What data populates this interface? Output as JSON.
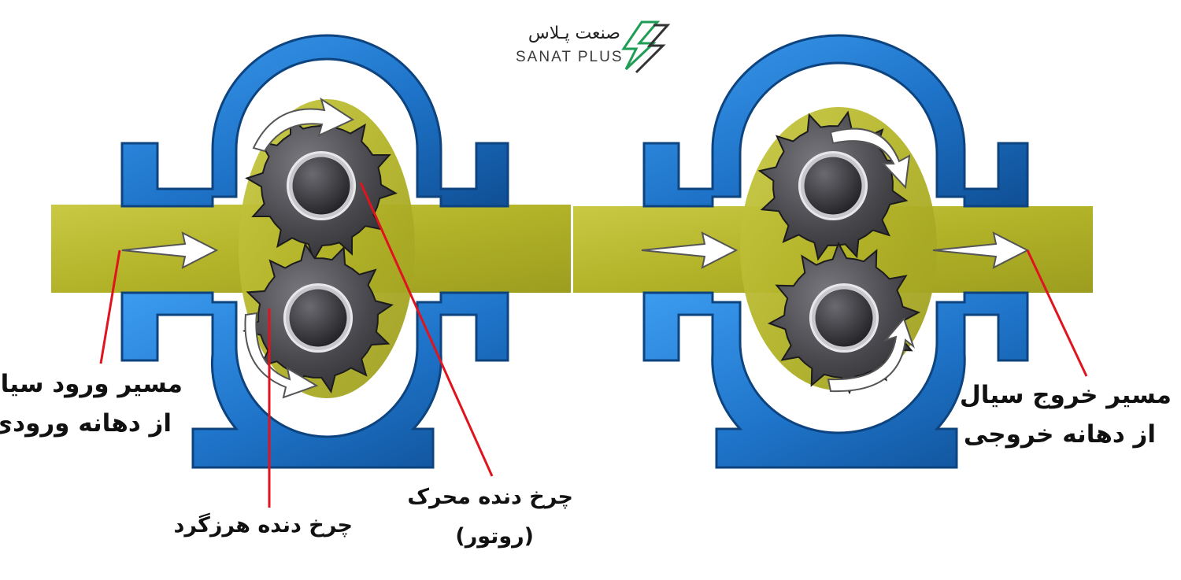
{
  "brand": {
    "name_fa": "صنعت پـلاس",
    "name_en": "SANAT PLUS",
    "colors": {
      "green": "#1f9d55",
      "dark": "#333333"
    }
  },
  "labels": {
    "inlet_line1": "مسیر ورود سیال",
    "inlet_line2": "از دهانه ورودی",
    "outlet_line1": "مسیر خروج سیال",
    "outlet_line2": "از دهانه خروجی",
    "idler_gear": "چرخ دنده هرزگرد",
    "drive_gear_line1": "چرخ دنده محرک",
    "drive_gear_line2": "(روتور)"
  },
  "colors": {
    "casing": "#1e73c8",
    "casing_dark": "#0f4f95",
    "fluid": "#b9ba2e",
    "gear": "#4a4a4e",
    "gear_hub": "#2b2b2e",
    "arrow": "#ffffff",
    "leader_line": "#e0141e"
  },
  "icons": [
    "sanat-plus-logo-icon",
    "gear-icon",
    "flow-arrow-icon",
    "rotation-arrow-icon"
  ]
}
